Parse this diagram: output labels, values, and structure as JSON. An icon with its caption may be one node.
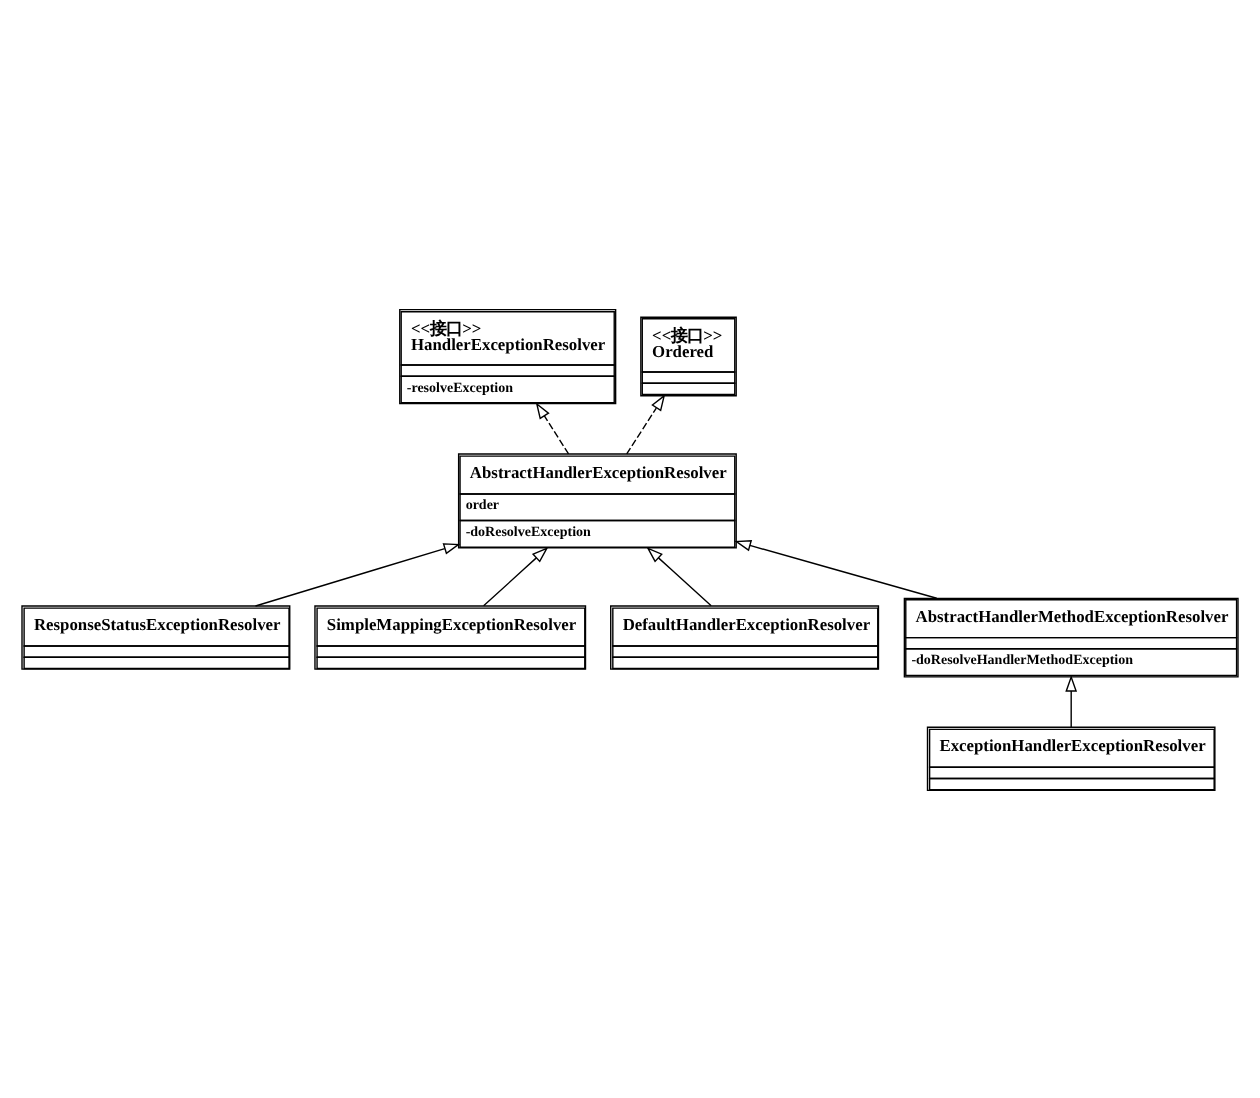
{
  "diagram": {
    "nodes": [
      {
        "text": [
          "<<接口>>",
          "HandlerExceptionResolver",
          "-resolveException"
        ]
      },
      {
        "text": [
          "<<接口>>",
          "Ordered"
        ]
      },
      {
        "text": [
          "AbstractHandlerExceptionResolver",
          "order",
          "-doResolveException"
        ]
      },
      {
        "text": [
          "ResponseStatusExceptionResolver"
        ]
      },
      {
        "text": [
          "SimpleMappingExceptionResolver"
        ]
      },
      {
        "text": [
          "DefaultHandlerExceptionResolver"
        ]
      },
      {
        "text": [
          "AbstractHandlerMethodExceptionResolver",
          "-doResolveHandlerMethodException"
        ]
      },
      {
        "text": [
          "ExceptionHandlerExceptionResolver"
        ]
      }
    ],
    "edges": [
      {
        "from": 2,
        "to": 0,
        "arrow": "to",
        "style": "dashed"
      },
      {
        "from": 2,
        "to": 1,
        "arrow": "to",
        "style": "dashed"
      },
      {
        "from": 3,
        "to": 2,
        "arrow": "to"
      },
      {
        "from": 4,
        "to": 2,
        "arrow": "to"
      },
      {
        "from": 5,
        "to": 2,
        "arrow": "to"
      },
      {
        "from": 6,
        "to": 2,
        "arrow": "to"
      },
      {
        "from": 7,
        "to": 6,
        "arrow": "to"
      }
    ]
  }
}
